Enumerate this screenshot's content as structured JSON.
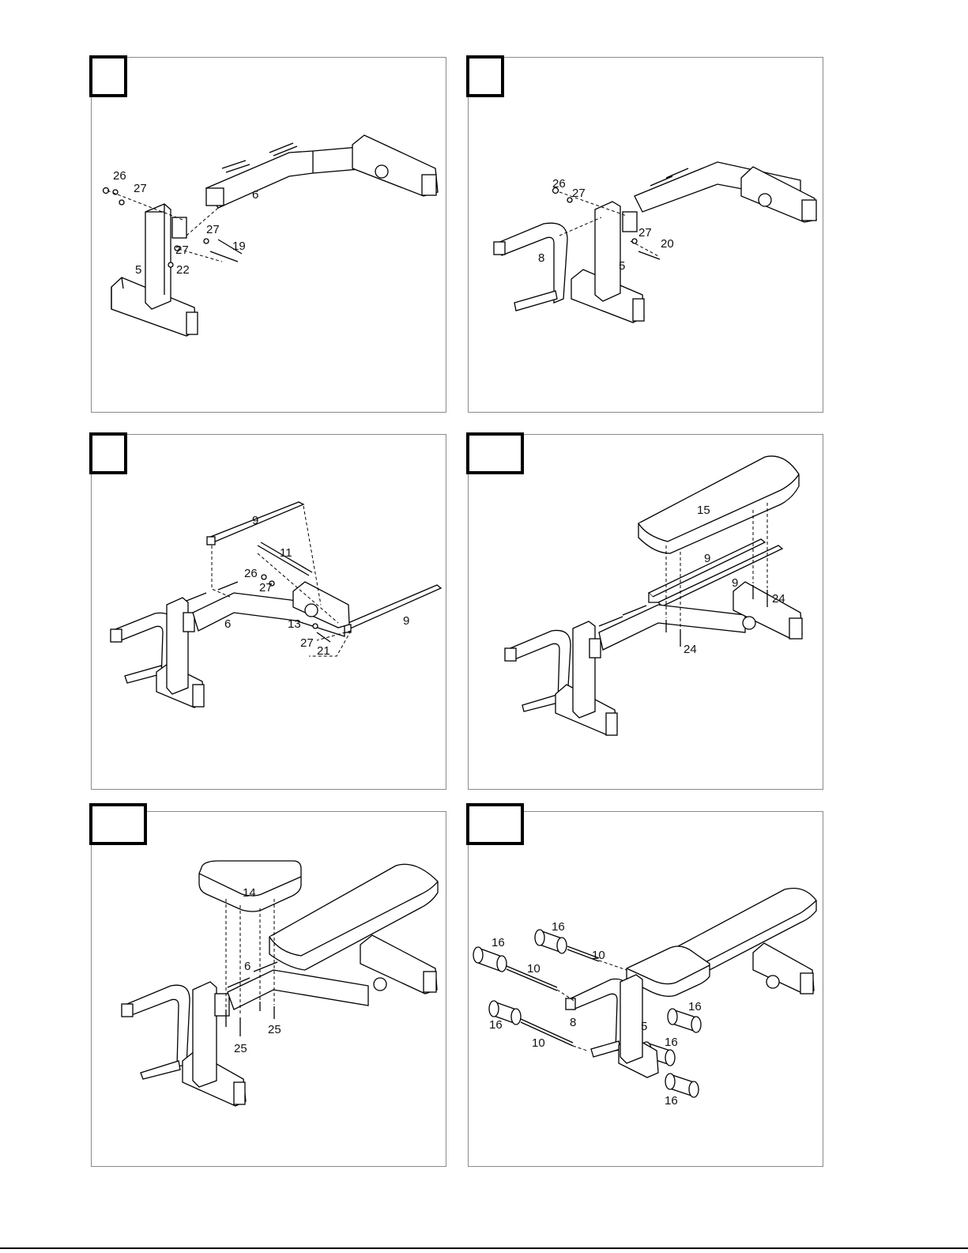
{
  "panels": [
    {
      "step": "",
      "callouts": [
        "26",
        "27",
        "6",
        "27",
        "19",
        "27",
        "22",
        "5"
      ]
    },
    {
      "step": "",
      "callouts": [
        "26",
        "27",
        "27",
        "20",
        "8",
        "5"
      ]
    },
    {
      "step": "",
      "callouts": [
        "9",
        "11",
        "26",
        "27",
        "6",
        "13",
        "27",
        "21",
        "9"
      ]
    },
    {
      "step": "",
      "callouts": [
        "15",
        "9",
        "9",
        "24",
        "24"
      ]
    },
    {
      "step": "",
      "callouts": [
        "14",
        "6",
        "25",
        "25"
      ]
    },
    {
      "step": "",
      "callouts": [
        "16",
        "16",
        "10",
        "10",
        "16",
        "10",
        "8",
        "5",
        "16",
        "16",
        "16"
      ]
    }
  ]
}
